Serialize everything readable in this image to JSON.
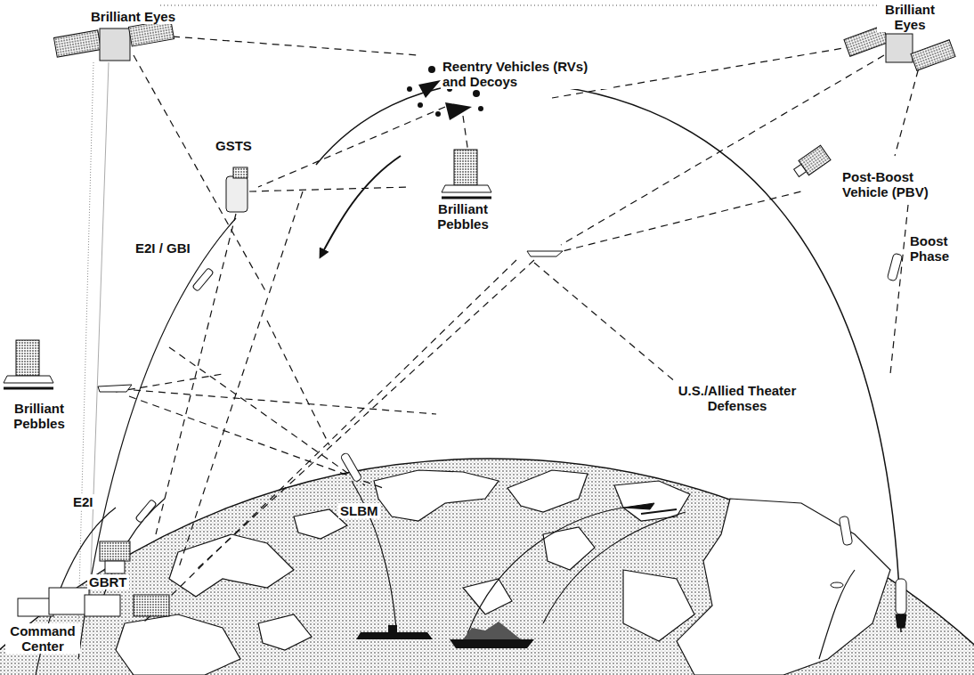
{
  "diagram": {
    "labels": [
      "Brilliant Eyes",
      "Brilliant Eyes",
      "Reentry Vehicles (RVs) and Decoys",
      "GSTS",
      "Brilliant Pebbles",
      "Post-Boost Vehicle (PBV)",
      "Boost Phase",
      "E2I / GBI",
      "U.S./Allied Theater Defenses",
      "Brilliant Pebbles",
      "SLBM",
      "E2I",
      "GBRT",
      "Command Center"
    ]
  }
}
